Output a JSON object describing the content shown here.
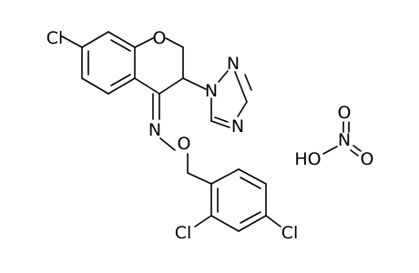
{
  "molecule": {
    "atoms": {
      "cl_ring": "Cl",
      "o_pyran": "O",
      "n_oxime": "N",
      "o_oxime": "O",
      "n_triazole_1": "N",
      "n_triazole_2": "N",
      "n_triazole_4": "N",
      "cl_ortho": "Cl",
      "cl_para": "Cl"
    }
  },
  "counterion": {
    "ho": "HO",
    "n": "N",
    "o_top": "O",
    "o_right": "O"
  }
}
